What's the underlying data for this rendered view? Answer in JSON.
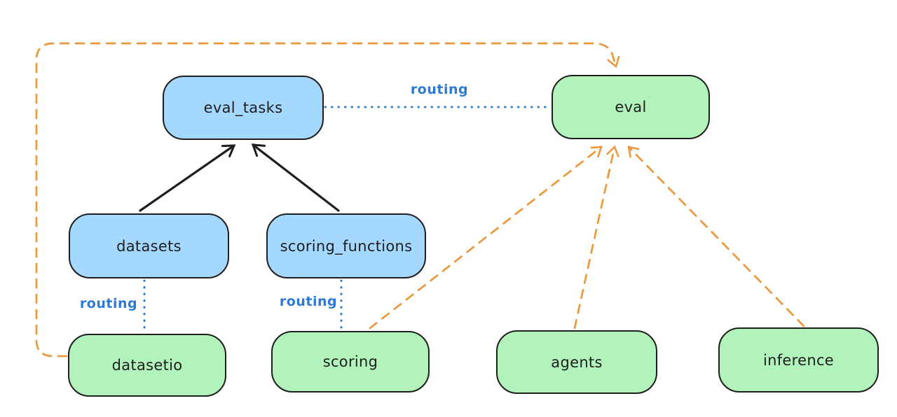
{
  "diagram": {
    "background": "#ffffff",
    "colors": {
      "node_stroke": "#1e1e1e",
      "blue_fill": "#a5d8ff",
      "green_fill": "#b2f2bb",
      "routing_blue": "#2b7bd3",
      "orange_dash": "#ec973a",
      "black_arrow": "#1e1e1e"
    },
    "nodes": [
      {
        "id": "eval_tasks",
        "label": "eval_tasks",
        "color": "blue"
      },
      {
        "id": "eval",
        "label": "eval",
        "color": "green"
      },
      {
        "id": "datasets",
        "label": "datasets",
        "color": "blue"
      },
      {
        "id": "scoring_functions",
        "label": "scoring_functions",
        "color": "blue"
      },
      {
        "id": "datasetio",
        "label": "datasetio",
        "color": "green"
      },
      {
        "id": "scoring",
        "label": "scoring",
        "color": "green"
      },
      {
        "id": "agents",
        "label": "agents",
        "color": "green"
      },
      {
        "id": "inference",
        "label": "inference",
        "color": "green"
      }
    ],
    "edge_labels": {
      "top": "routing",
      "left": "routing",
      "middle": "routing"
    },
    "edges": [
      {
        "from": "datasets",
        "to": "eval_tasks",
        "style": "solid-black-arrow"
      },
      {
        "from": "scoring_functions",
        "to": "eval_tasks",
        "style": "solid-black-arrow"
      },
      {
        "from": "eval_tasks",
        "to": "eval",
        "style": "dotted-blue",
        "label": "routing"
      },
      {
        "from": "datasets",
        "to": "datasetio",
        "style": "dotted-blue",
        "label": "routing"
      },
      {
        "from": "scoring_functions",
        "to": "scoring",
        "style": "dotted-blue",
        "label": "routing"
      },
      {
        "from": "datasetio",
        "to": "eval",
        "style": "dashed-orange-arrow",
        "route": "around-top-left"
      },
      {
        "from": "scoring",
        "to": "eval",
        "style": "dashed-orange-arrow"
      },
      {
        "from": "agents",
        "to": "eval",
        "style": "dashed-orange-arrow"
      },
      {
        "from": "inference",
        "to": "eval",
        "style": "dashed-orange-arrow"
      }
    ]
  }
}
